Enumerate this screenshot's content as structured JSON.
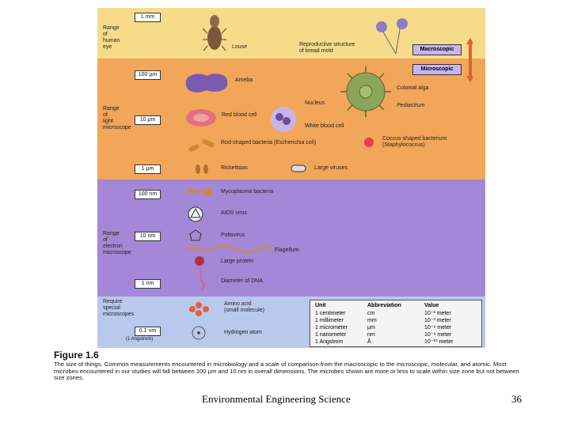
{
  "scale": {
    "mm1": "1 mm",
    "um100": "100 µm",
    "um10": "10 µm",
    "um1": "1 µm",
    "nm100": "100 nm",
    "nm10": "10 nm",
    "nm1": "1 nm",
    "nm01": "0.1 nm",
    "angstrom": "(1 Angstrom)"
  },
  "ranges": {
    "eye": "Range\nof\nhuman\neye",
    "light": "Range\nof\nlight\nmicroscope",
    "electron": "Range\nof\nelectron\nmicroscope",
    "special": "Require\nspecial\nmicroscopes"
  },
  "organisms": {
    "louse": "Louse",
    "bread_mold": "Reproductive structure\nof bread mold",
    "ameba": "Ameba",
    "colonial_alga": "Colonial alga",
    "pediastrum": "Pediastrum",
    "nucleus": "Nucleus",
    "rbc": "Red blood cell",
    "wbc": "White blood cell",
    "rod_bacteria": "Rod-shaped bacteria (Escherichia coli)",
    "coccus": "Coccus-shaped bacterium\n(Staphylococcus)",
    "rickettsias": "Rickettsias",
    "large_viruses": "Large viruses",
    "mycoplasma": "Mycoplasma bacteria",
    "aids": "AIDS virus",
    "polio": "Poliovirus",
    "flagellum": "Flagellum",
    "protein": "Large protein",
    "dna": "Diameter of DNA",
    "amino_acid": "Amino acid\n(small molecule)",
    "hydrogen": "Hydrogen atom"
  },
  "markers": {
    "macroscopic": "Macroscopic",
    "microscopic": "Microscopic"
  },
  "table": {
    "headers": [
      "Unit",
      "Abbreviation",
      "Value"
    ],
    "rows": [
      [
        "1 centimeter",
        "cm",
        "10⁻² meter"
      ],
      [
        "1 millimeter",
        "mm",
        "10⁻³ meter"
      ],
      [
        "1 micrometer",
        "µm",
        "10⁻⁶ meter"
      ],
      [
        "1 nanometer",
        "nm",
        "10⁻⁹ meter"
      ],
      [
        "1 Angstrom",
        "Å",
        "10⁻¹⁰ meter"
      ]
    ]
  },
  "caption": {
    "figure": "Figure 1.6",
    "text": "The size of things. Common measurements encountered in microbiology and a scale of comparison from the macroscopic to the microscopic, molecular, and atomic. Most microbes encountered in our studies will fall between 100 µm and 10 nm in overall dimensions. The microbes shown are more or less to scale within size zone but not between size zones."
  },
  "footer": "Environmental Engineering Science",
  "page_number": "36",
  "colors": {
    "eye": "#f6dc8a",
    "light": "#f2a65a",
    "electron": "#a487d6",
    "special": "#b9c9ec",
    "arrow": "#e06030"
  }
}
